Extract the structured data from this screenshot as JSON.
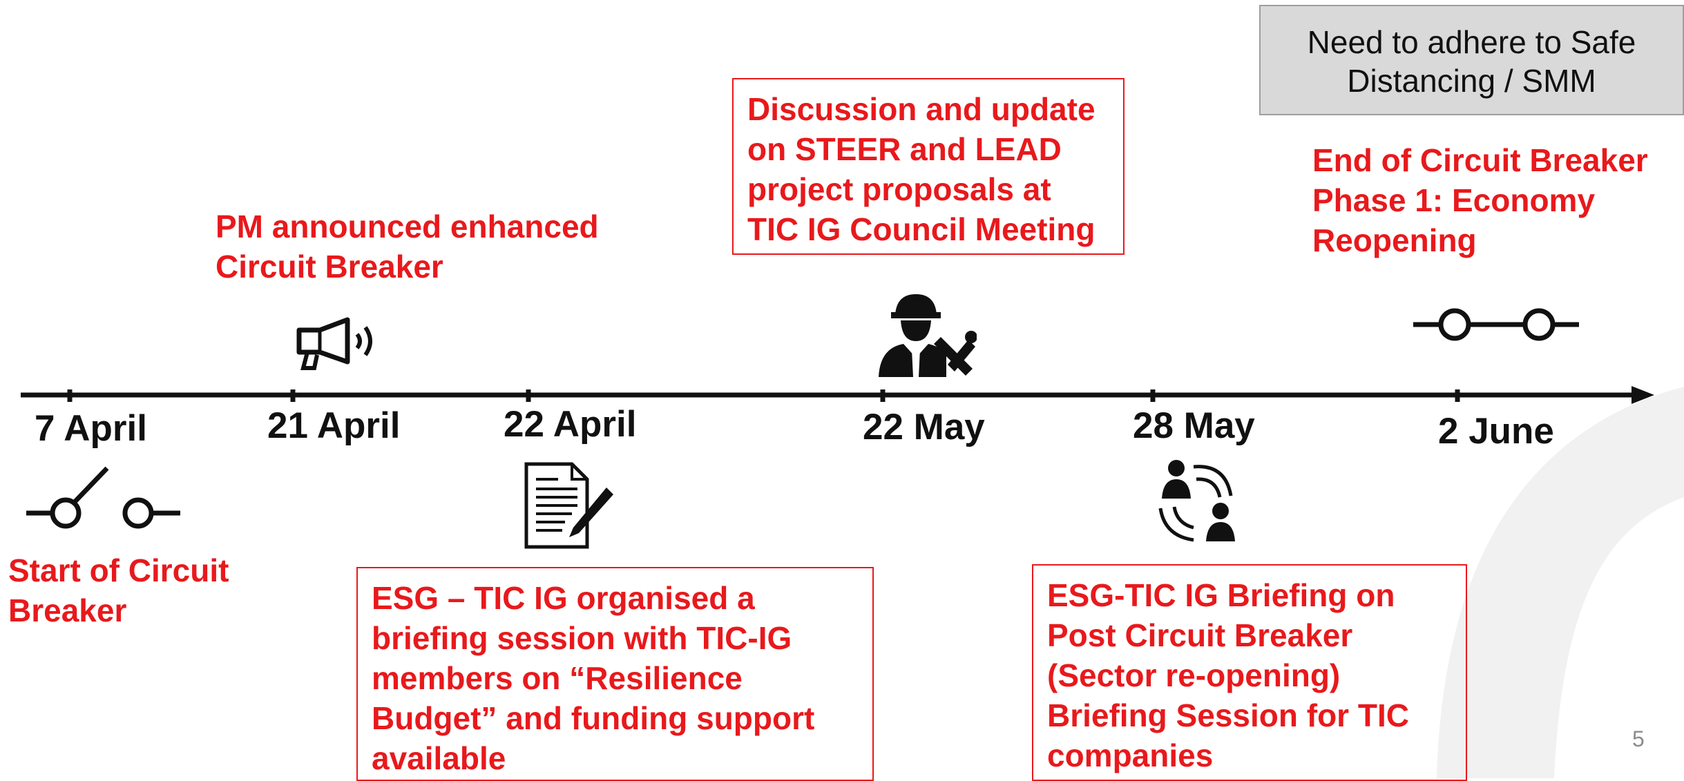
{
  "notice": {
    "text": "Need to adhere to Safe Distancing / SMM"
  },
  "milestones": [
    {
      "date": "7 April",
      "label": "Start of Circuit Breaker",
      "icon": "switch-open-icon"
    },
    {
      "date": "21 April",
      "label": "PM announced enhanced Circuit Breaker",
      "icon": "megaphone-icon"
    },
    {
      "date": "22 April",
      "label": "ESG – TIC IG organised a briefing session with TIC-IG members on “Resilience Budget” and funding support available",
      "icon": "document-pen-icon"
    },
    {
      "date": "22 May",
      "label": "Discussion and update on STEER and LEAD project proposals at TIC IG Council Meeting",
      "icon": "worker-tools-icon"
    },
    {
      "date": "28 May",
      "label": "ESG-TIC IG Briefing on Post Circuit Breaker (Sector re-opening) Briefing Session for TIC companies",
      "icon": "people-exchange-icon"
    },
    {
      "date": "2 June",
      "label": "End of Circuit Breaker Phase 1: Economy Reopening",
      "icon": "switch-closed-icon"
    }
  ],
  "page_number": "5",
  "colors": {
    "accent": "#e8191c",
    "axis": "#111111",
    "notice_bg": "#d9d9d9"
  }
}
